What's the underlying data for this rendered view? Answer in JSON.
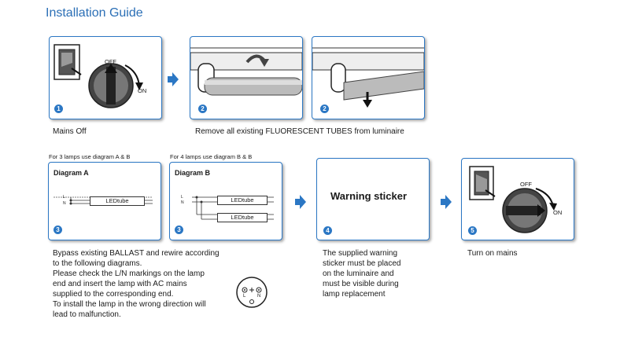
{
  "title": "Installation Guide",
  "step1": {
    "num": "1",
    "off": "OFF",
    "on": "ON",
    "caption": "Mains Off"
  },
  "step2a": {
    "num": "2"
  },
  "step2b": {
    "num": "2"
  },
  "step2_caption": "Remove all existing FLUORESCENT TUBES from luminaire",
  "step3a": {
    "note": "For 3 lamps use diagram A & B",
    "diagram_title": "Diagram A",
    "l": "L",
    "n": "N",
    "led": "LEDtube",
    "num": "3"
  },
  "step3b": {
    "note": "For 4 lamps use diagram B & B",
    "diagram_title": "Diagram B",
    "l": "L",
    "n": "N",
    "led1": "LEDtube",
    "led2": "LEDtube",
    "num": "3"
  },
  "step3_caption": [
    "Bypass existing BALLAST and rewire according",
    "to the following diagrams.",
    "Please check the L/N markings on the lamp",
    "end and insert the lamp with AC mains",
    "supplied to the corresponding end.",
    "To install the lamp in the wrong direction will",
    "lead to malfunction."
  ],
  "connector": {
    "l": "L",
    "n": "N"
  },
  "step4": {
    "label": "Warning sticker",
    "num": "4",
    "caption": [
      "The supplied warning",
      "sticker must be placed",
      "on the luminaire and",
      "must be visible during",
      "lamp replacement"
    ]
  },
  "step5": {
    "off": "OFF",
    "on": "ON",
    "num": "5",
    "caption": "Turn on mains"
  },
  "colors": {
    "accent": "#2b77c4",
    "title": "#2b6fb6"
  }
}
